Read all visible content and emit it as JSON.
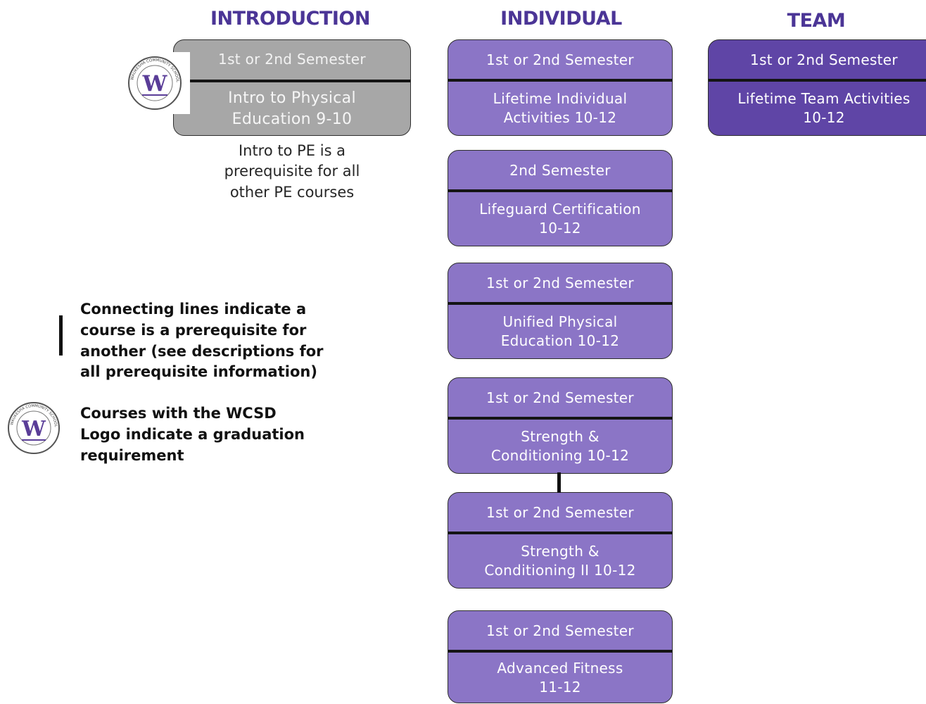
{
  "columns": {
    "introduction": "INTRODUCTION",
    "individual": "INDIVIDUAL",
    "team": "TEAM"
  },
  "intro_course": {
    "semester": "1st or 2nd Semester",
    "title": "Intro to Physical\nEducation   9-10"
  },
  "intro_note": "Intro to PE is a\nprerequisite for all\nother PE courses",
  "individual_courses": [
    {
      "semester": "1st or 2nd Semester",
      "title": "Lifetime Individual\nActivities  10-12"
    },
    {
      "semester": "2nd Semester",
      "title": "Lifeguard Certification\n10-12"
    },
    {
      "semester": "1st or 2nd Semester",
      "title": "Unified Physical\nEducation  10-12"
    },
    {
      "semester": "1st or 2nd Semester",
      "title": "Strength &\nConditioning  10-12"
    },
    {
      "semester": "1st or 2nd Semester",
      "title": "Strength &\nConditioning II  10-12"
    },
    {
      "semester": "1st or 2nd Semester",
      "title": "Advanced Fitness\n11-12"
    }
  ],
  "team_course": {
    "semester": "1st or 2nd Semester",
    "title": "Lifetime Team Activities\n10-12"
  },
  "legend": {
    "connecting_lines": "Connecting lines indicate a\ncourse is a prerequisite for\nanother (see descriptions for\nall prerequisite information)",
    "logo": "Courses with the WCSD\nLogo indicate a graduation\nrequirement"
  },
  "logo": {
    "letter": "W",
    "ring_text": "WAUKESHA COMMUNITY SCHOOL DISTRICT"
  },
  "colors": {
    "individual_card": "#8b75c6",
    "team_card": "#5f45a6",
    "intro_card": "#a7a7a7",
    "heading": "#4b3596"
  }
}
